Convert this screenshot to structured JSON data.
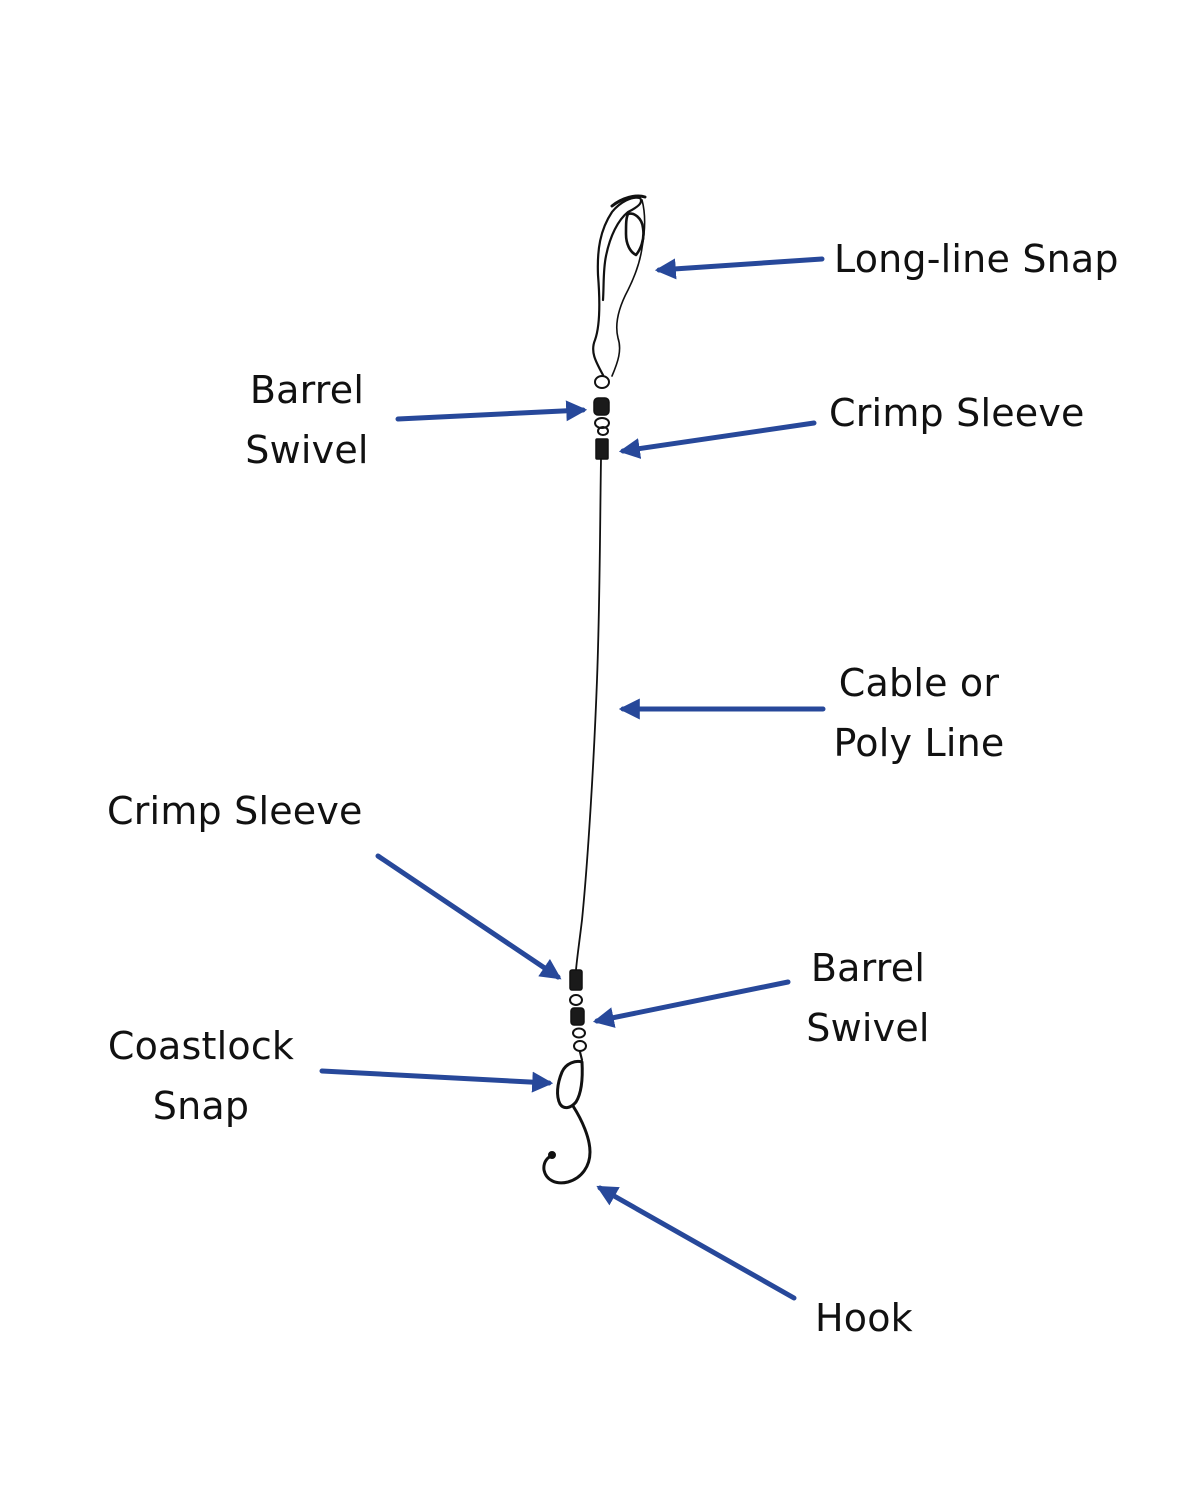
{
  "diagram": {
    "labels": {
      "long_line_snap": "Long-line Snap",
      "barrel_swivel_top": [
        "Barrel",
        "Swivel"
      ],
      "crimp_sleeve_top": "Crimp Sleeve",
      "cable_or_poly_line": [
        "Cable or",
        "Poly Line"
      ],
      "crimp_sleeve_bottom": "Crimp Sleeve",
      "barrel_swivel_bottom": [
        "Barrel",
        "Swivel"
      ],
      "coastlock_snap": [
        "Coastlock",
        "Snap"
      ],
      "hook": "Hook"
    },
    "colors": {
      "arrow": "#27489a",
      "drawing": "#111111",
      "text": "#111111",
      "background": "#ffffff"
    }
  }
}
